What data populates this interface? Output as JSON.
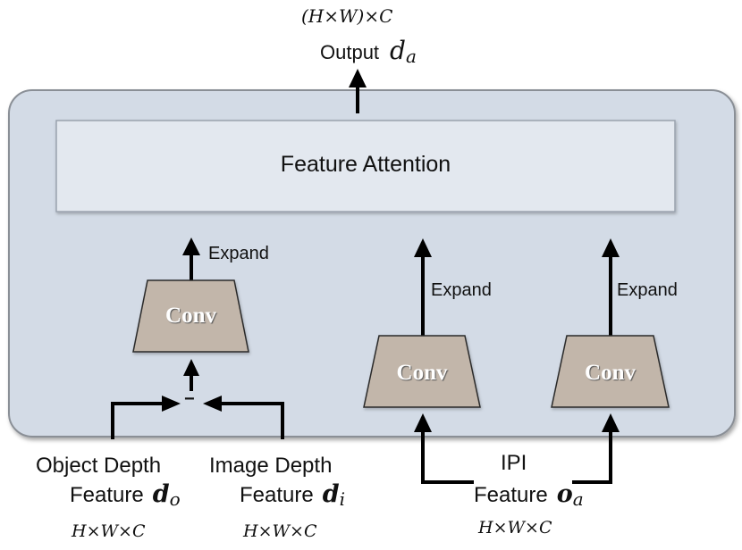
{
  "output": {
    "dims": "(H×W)×C",
    "label": "Output",
    "symbol": "d",
    "subscript": "a"
  },
  "attention": {
    "label": "Feature Attention"
  },
  "branches": {
    "depth": {
      "conv_label": "Conv",
      "expand_label": "Expand",
      "operator": "−"
    },
    "ipi_left": {
      "conv_label": "Conv",
      "expand_label": "Expand"
    },
    "ipi_right": {
      "conv_label": "Conv",
      "expand_label": "Expand"
    }
  },
  "inputs": {
    "object_depth": {
      "line1": "Object Depth",
      "line2": "Feature",
      "symbol": "d",
      "subscript": "o",
      "dims": "H×W×C"
    },
    "image_depth": {
      "line1": "Image Depth",
      "line2": "Feature",
      "symbol": "d",
      "subscript": "i",
      "dims": "H×W×C"
    },
    "ipi": {
      "line1": "IPI",
      "line2": "Feature",
      "symbol": "o",
      "subscript": "a",
      "dims": "H×W×C"
    }
  },
  "colors": {
    "container_fill": "#d3dbe6",
    "container_stroke": "#8a8f96",
    "attention_fill": "#e3e8ef",
    "conv_fill": "#c2b6aa",
    "conv_stroke": "#2b2b2b",
    "arrow": "#000000"
  }
}
